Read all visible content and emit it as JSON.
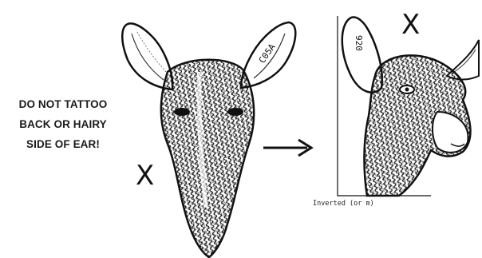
{
  "warning": {
    "line1": "DO NOT TATTOO",
    "line2": "BACK OR HAIRY",
    "line3": "SIDE OF EAR!"
  },
  "marks": {
    "left": "X",
    "right": "X"
  },
  "right_head": {
    "ear_tattoo": "920",
    "caption": "Inverted (or m)"
  },
  "left_head": {
    "ear_tattoo": "C05A"
  },
  "colors": {
    "ink": "#111111",
    "background": "#ffffff"
  }
}
